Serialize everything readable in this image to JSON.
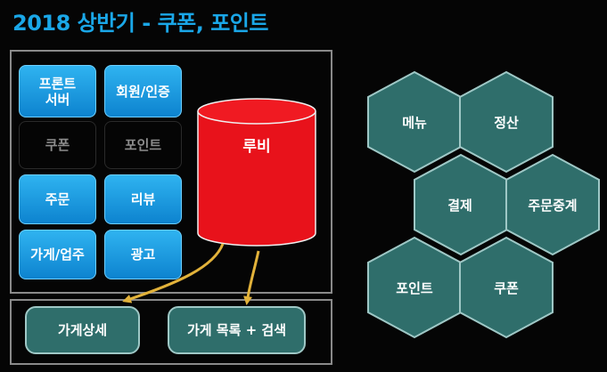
{
  "title": "2018 상반기 - 쿠폰, 포인트",
  "grid_tiles": [
    {
      "label": "프론트\n서버",
      "style": "blue"
    },
    {
      "label": "회원/인증",
      "style": "blue"
    },
    {
      "label": "쿠폰",
      "style": "dim"
    },
    {
      "label": "포인트",
      "style": "dim"
    },
    {
      "label": "주문",
      "style": "blue"
    },
    {
      "label": "리뷰",
      "style": "blue"
    },
    {
      "label": "가게/업주",
      "style": "blue"
    },
    {
      "label": "광고",
      "style": "blue"
    }
  ],
  "database": {
    "label": "루비",
    "color": "#e8121b"
  },
  "bottom_services": [
    "가게상세",
    "가게 목록 + 검색"
  ],
  "hexagons": [
    "메뉴",
    "정산",
    "결제",
    "주문중계",
    "포인트",
    "쿠폰"
  ],
  "colors": {
    "title": "#1aa7e8",
    "tile_blue": "#1b9be0",
    "hex_fill": "#2f6e6b",
    "hex_stroke": "#9fc8c6",
    "arrow": "#e2b23a"
  }
}
